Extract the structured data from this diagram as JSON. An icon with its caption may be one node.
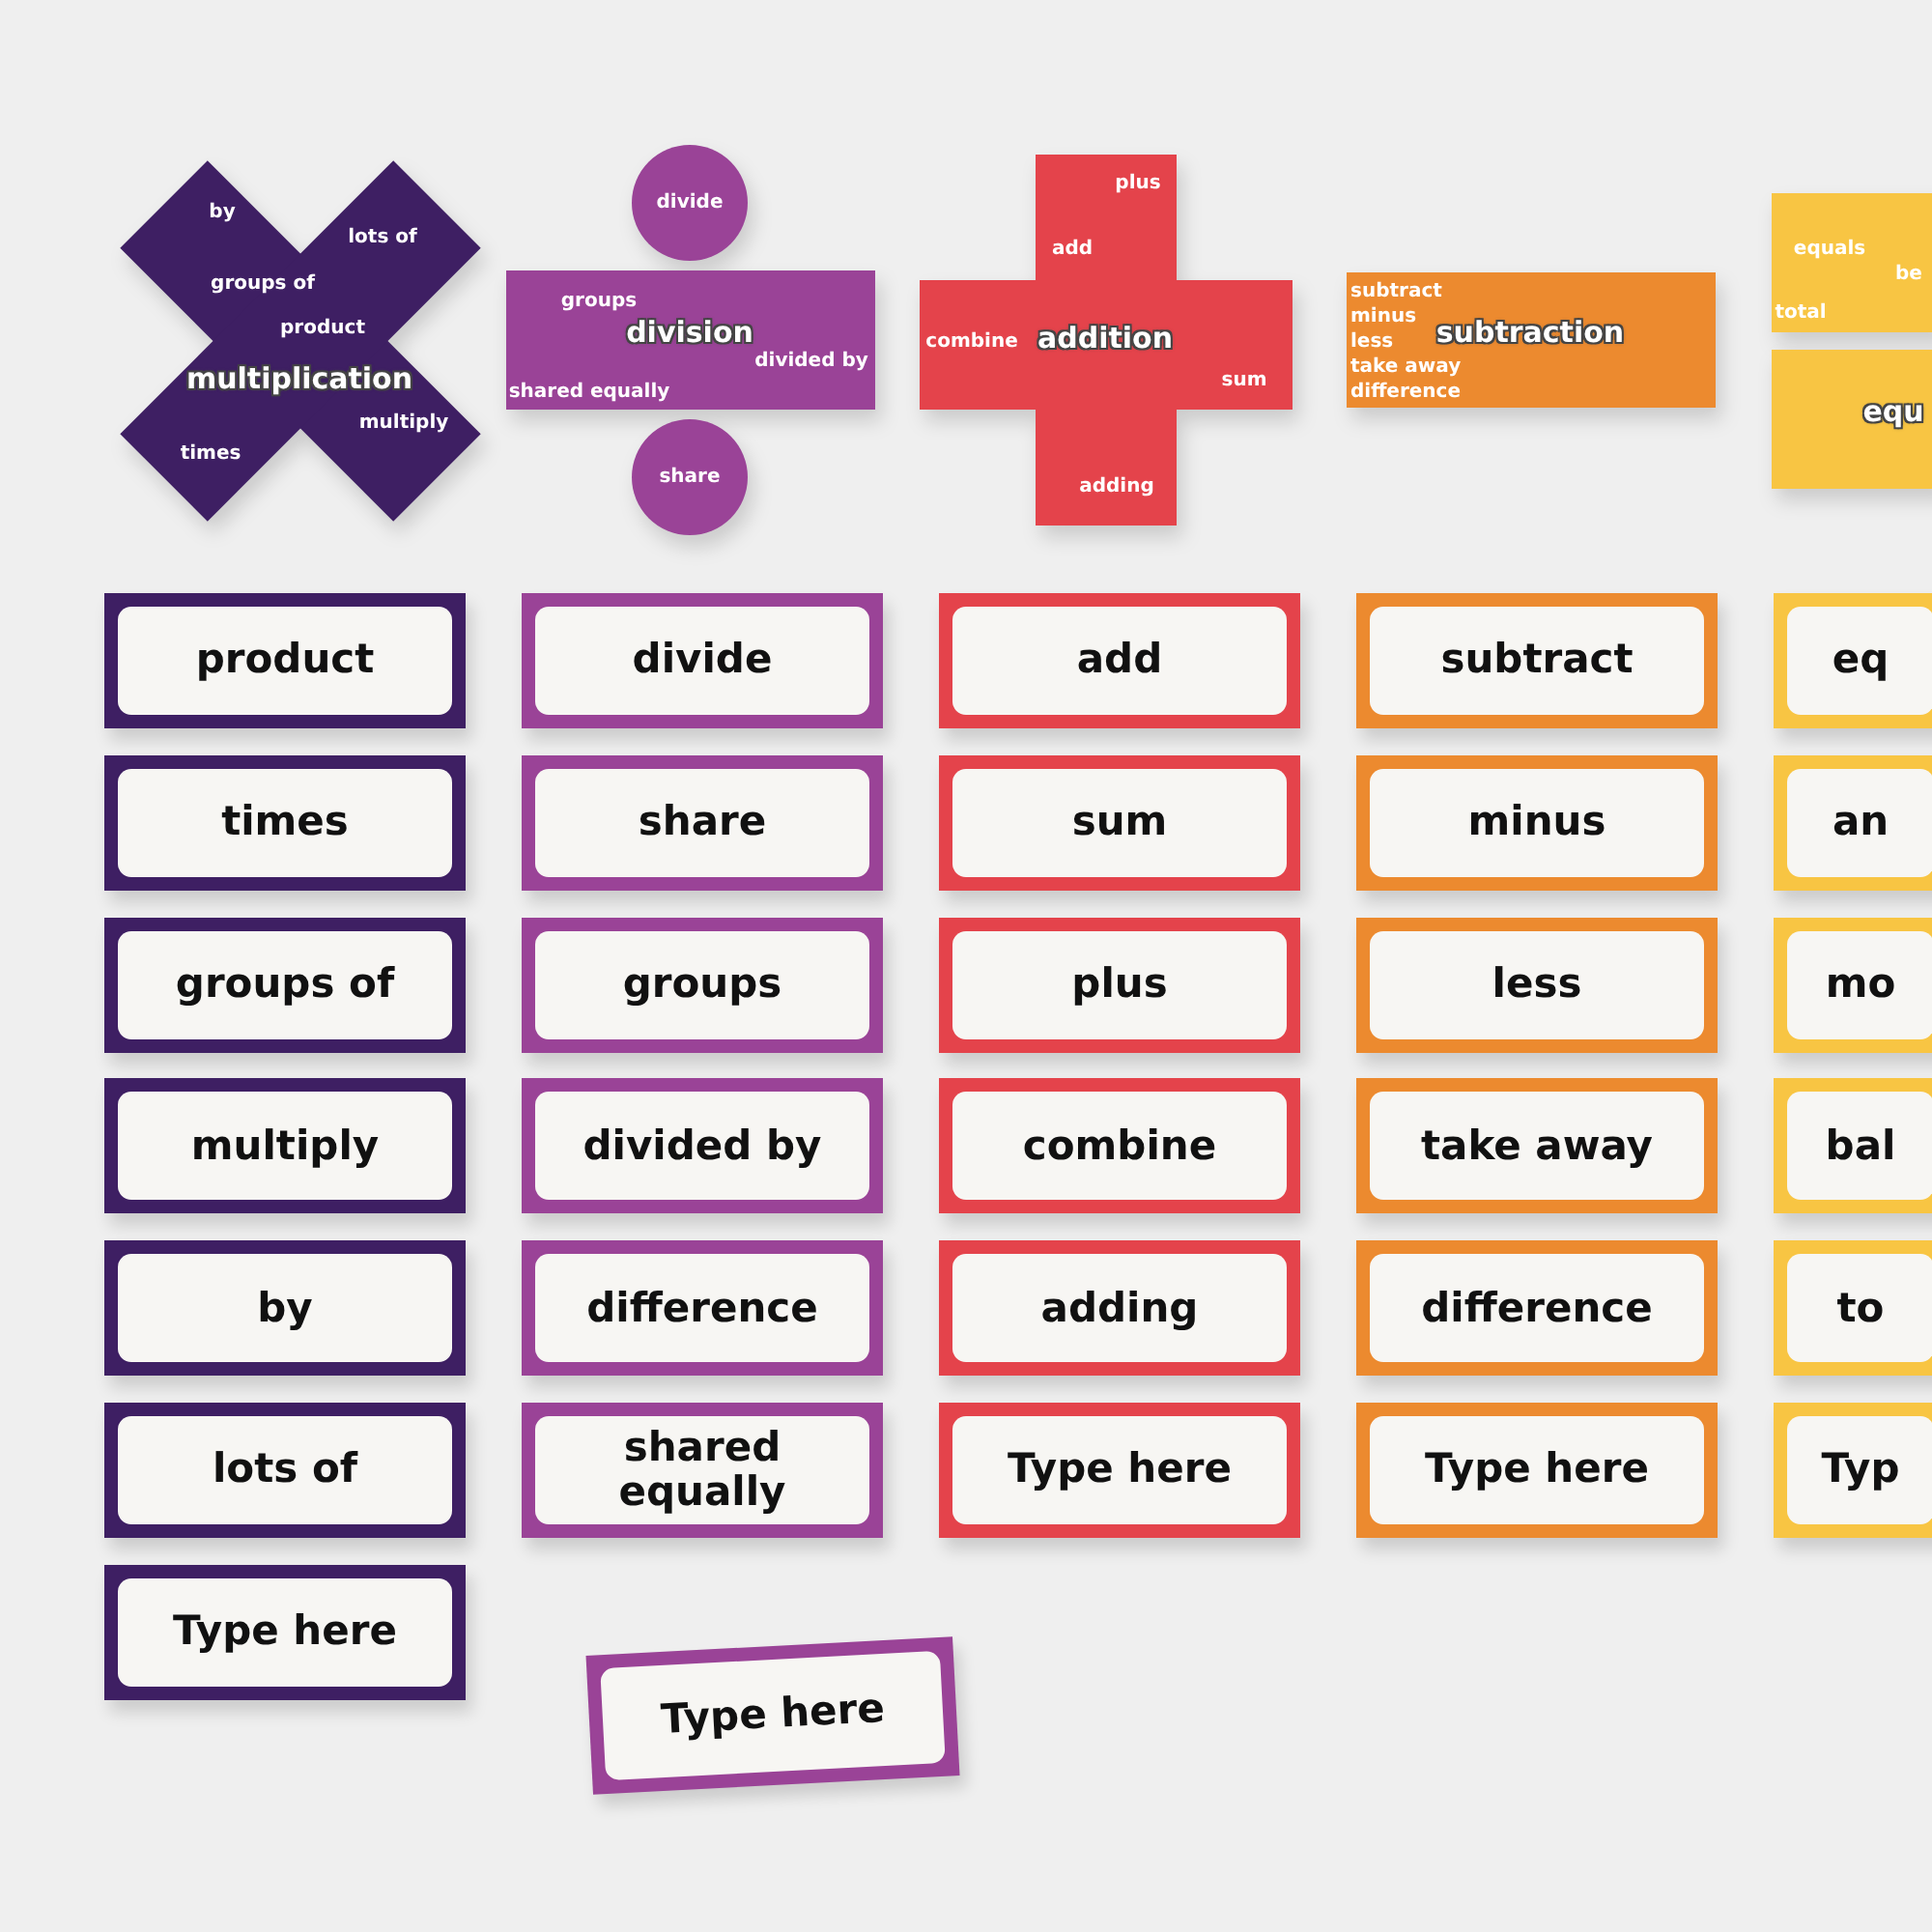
{
  "diagram": {
    "nodes": [
      {
        "text": [
          "by",
          "lots of",
          "groups of",
          "product",
          "multiplication",
          "multiply",
          "times"
        ]
      },
      {
        "text": [
          "divide"
        ]
      },
      {
        "text": [
          "groups",
          "division",
          "divided by",
          "shared equally"
        ]
      },
      {
        "text": [
          "share"
        ]
      },
      {
        "text": [
          "plus",
          "add",
          "combine",
          "addition",
          "sum",
          "adding"
        ]
      },
      {
        "text": [
          "subtract",
          "minus",
          "subtraction",
          "less",
          "take away",
          "difference"
        ]
      },
      {
        "text": [
          "equals",
          "be",
          "total"
        ]
      },
      {
        "text": [
          "equ"
        ]
      },
      {
        "text": [
          "product"
        ]
      },
      {
        "text": [
          "times"
        ]
      },
      {
        "text": [
          "groups of"
        ]
      },
      {
        "text": [
          "multiply"
        ]
      },
      {
        "text": [
          "by"
        ]
      },
      {
        "text": [
          "lots of"
        ]
      },
      {
        "text": [
          "Type here"
        ]
      },
      {
        "text": [
          "divide"
        ]
      },
      {
        "text": [
          "share"
        ]
      },
      {
        "text": [
          "groups"
        ]
      },
      {
        "text": [
          "divided by"
        ]
      },
      {
        "text": [
          "difference"
        ]
      },
      {
        "text": [
          "shared equally"
        ]
      },
      {
        "text": [
          "Type here"
        ]
      },
      {
        "text": [
          "add"
        ]
      },
      {
        "text": [
          "sum"
        ]
      },
      {
        "text": [
          "plus"
        ]
      },
      {
        "text": [
          "combine"
        ]
      },
      {
        "text": [
          "adding"
        ]
      },
      {
        "text": [
          "Type here"
        ]
      },
      {
        "text": [
          "subtract"
        ]
      },
      {
        "text": [
          "minus"
        ]
      },
      {
        "text": [
          "less"
        ]
      },
      {
        "text": [
          "take away"
        ]
      },
      {
        "text": [
          "difference"
        ]
      },
      {
        "text": [
          "Type here"
        ]
      },
      {
        "text": [
          "eq"
        ]
      },
      {
        "text": [
          "an"
        ]
      },
      {
        "text": [
          "mo"
        ]
      },
      {
        "text": [
          "bal"
        ]
      },
      {
        "text": [
          "to"
        ]
      },
      {
        "text": [
          "Typ"
        ]
      }
    ]
  }
}
